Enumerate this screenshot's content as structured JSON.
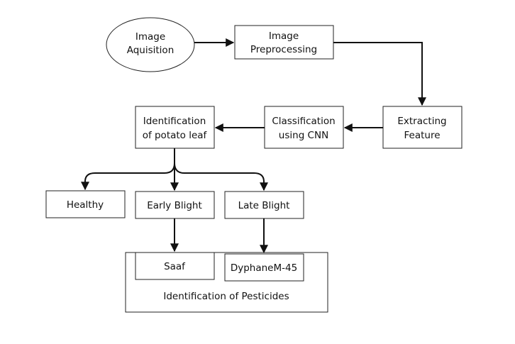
{
  "diagram": {
    "nodes": {
      "image_acquisition": [
        "Image",
        "Aquisition"
      ],
      "image_preprocessing": [
        "Image",
        "Preprocessing"
      ],
      "extracting_feature": [
        "Extracting",
        "Feature"
      ],
      "classification": [
        "Classification",
        "using CNN"
      ],
      "identification_leaf": [
        "Identification",
        "of potato leaf"
      ],
      "healthy": "Healthy",
      "early_blight": "Early Blight",
      "late_blight": "Late Blight",
      "saaf": "Saaf",
      "dyphane": "DyphaneM-45",
      "pesticides": "Identification of Pesticides"
    }
  }
}
